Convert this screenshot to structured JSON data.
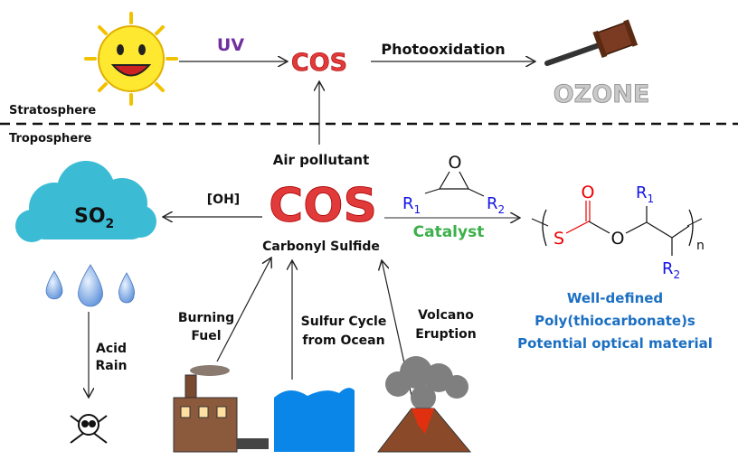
{
  "stratosphere": {
    "label": "Stratosphere",
    "uv_label": "UV",
    "cos_label": "COS",
    "photooxidation_label": "Photooxidation",
    "ozone_label": "OZONE"
  },
  "troposphere": {
    "label": "Troposphere",
    "air_pollutant": "Air pollutant",
    "cos_main": "COS",
    "carbonyl_sulfide": "Carbonyl Sulfide",
    "oh_label": "[OH]",
    "so2": {
      "main": "SO",
      "sub": "2"
    },
    "acid_rain": [
      "Acid",
      "Rain"
    ],
    "sources": [
      {
        "lines": [
          "Burning",
          "Fuel"
        ]
      },
      {
        "lines": [
          "Sulfur Cycle",
          "from Ocean"
        ]
      },
      {
        "lines": [
          "Volcano",
          "Eruption"
        ]
      }
    ]
  },
  "reaction": {
    "epoxide_o": "O",
    "r1": {
      "main": "R",
      "sub": "1"
    },
    "r2": {
      "main": "R",
      "sub": "2"
    },
    "catalyst": "Catalyst",
    "polymer": {
      "s": "S",
      "o_carbonyl": "O",
      "o_ester": "O",
      "r1": {
        "main": "R",
        "sub": "1"
      },
      "r2": {
        "main": "R",
        "sub": "2"
      },
      "n": "n"
    },
    "product_lines": [
      "Well-defined",
      "Poly(thiocarbonate)s",
      "Potential optical material"
    ]
  },
  "colors": {
    "cos": "#e03a3a",
    "uv": "#7030a0",
    "catalyst": "#3cb04a",
    "r_groups": "#1414e6",
    "product": "#1b6fc2",
    "cloud": "#3bbcd4",
    "ocean": "#0a86e8"
  }
}
